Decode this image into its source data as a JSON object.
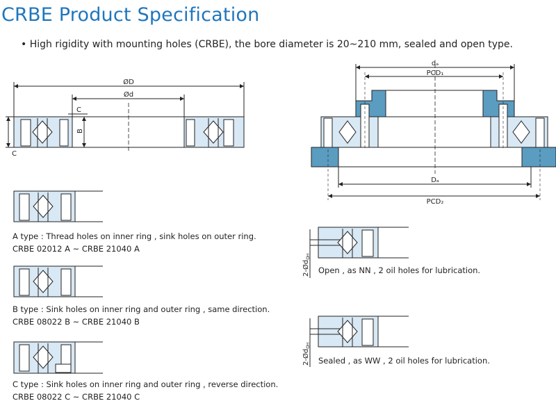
{
  "title": "CRBE Product Specification",
  "bullet": "• High rigidity with mounting holes (CRBE), the bore diameter is 20~210 mm, sealed and open type.",
  "main_drawing": {
    "outer_dia": "ØD",
    "inner_dia": "Ød",
    "dim_c": "C",
    "dim_b": "B",
    "dim_c_bottom": "C"
  },
  "mount_drawing": {
    "da": "dₐ",
    "pcd1": "PCD₁",
    "Da": "Dₐ",
    "pcd2": "PCD₂"
  },
  "types": [
    {
      "line1": "A type : Thread holes on inner ring , sink holes on outer ring.",
      "line2": "CRBE 02012 A ~ CRBE 21040 A"
    },
    {
      "line1": "B type : Sink holes on inner ring and outer ring , same direction.",
      "line2": "CRBE 08022 B ~ CRBE 21040 B"
    },
    {
      "line1": "C type : Sink holes on inner ring and outer ring , reverse direction.",
      "line2": "CRBE 08022 C ~ CRBE 21040 C"
    }
  ],
  "oil": [
    {
      "label": "2-Ød",
      "sub": "OH",
      "caption": "Open , as NN , 2 oil holes for lubrication."
    },
    {
      "label": "2-Ød",
      "sub": "OH",
      "caption": "Sealed , as WW , 2 oil holes for lubrication."
    }
  ],
  "colors": {
    "title": "#1f76bd",
    "bearing": "#d8e8f4",
    "housing": "#5b9cc1",
    "line": "#222222"
  }
}
